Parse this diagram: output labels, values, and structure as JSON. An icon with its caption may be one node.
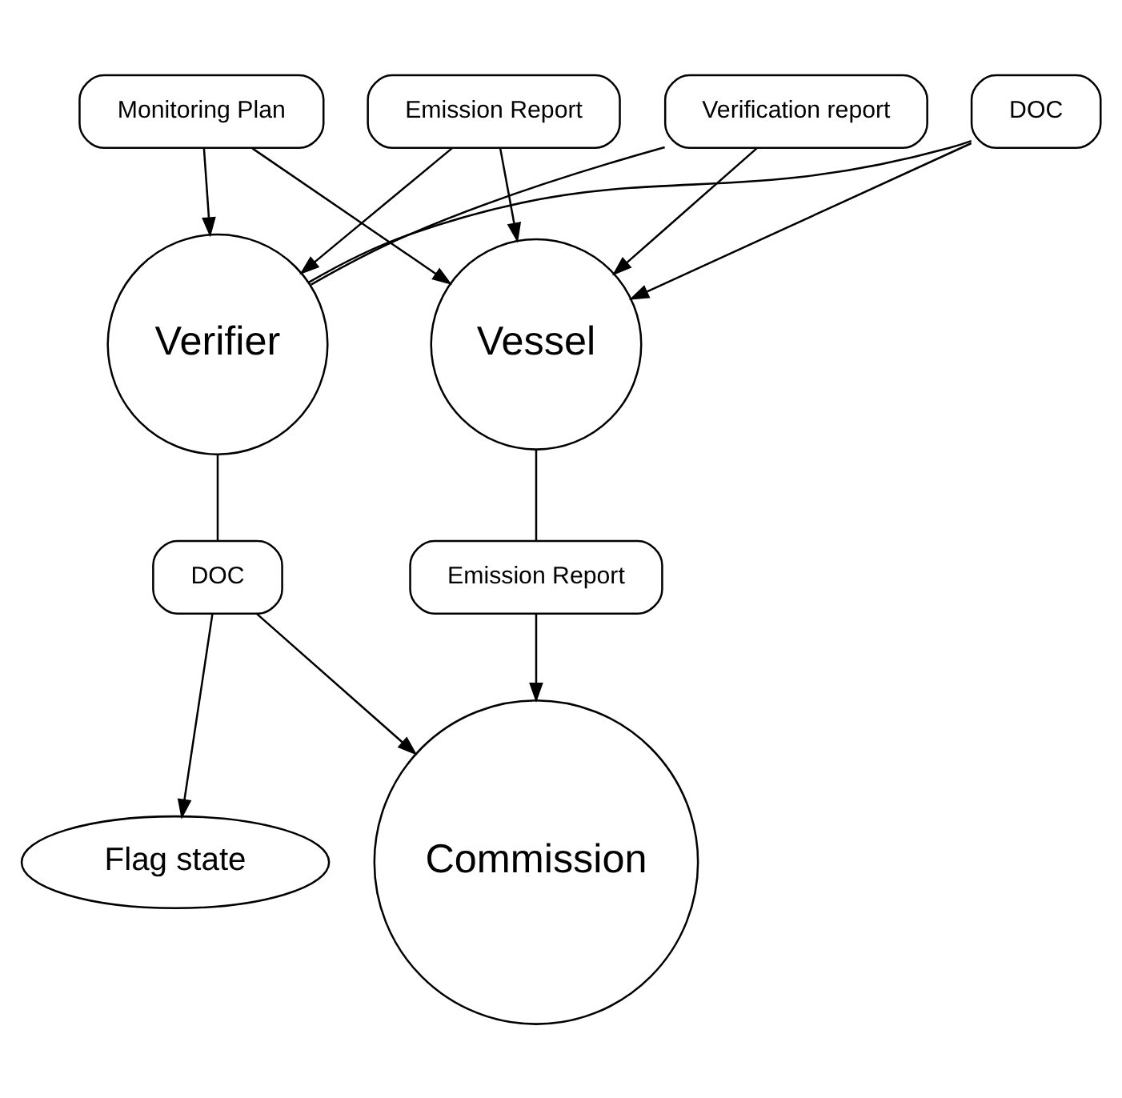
{
  "diagram": {
    "nodes": [
      {
        "text": [
          "Verification report"
        ]
      },
      {
        "text": [
          "Monitoring Plan"
        ]
      },
      {
        "text": [
          "DOC"
        ]
      },
      {
        "text": [
          "Emission Report"
        ]
      },
      {
        "text": [
          "Vessel"
        ]
      },
      {
        "text": [
          "Verifier"
        ]
      },
      {
        "text": [
          "DOC"
        ]
      },
      {
        "text": [
          "Emission Report"
        ]
      },
      {
        "text": [
          "Commission"
        ]
      },
      {
        "text": [
          "Flag state"
        ]
      }
    ],
    "edges": [
      {
        "from": 5,
        "to": 0,
        "arrow": "none"
      },
      {
        "from": 0,
        "to": 4,
        "arrow": "to"
      },
      {
        "from": 1,
        "to": 4,
        "arrow": "to"
      },
      {
        "from": 1,
        "to": 5,
        "arrow": "to"
      },
      {
        "from": 5,
        "to": 2,
        "arrow": "none"
      },
      {
        "from": 2,
        "to": 4,
        "arrow": "to"
      },
      {
        "from": 3,
        "to": 4,
        "arrow": "to"
      },
      {
        "from": 3,
        "to": 5,
        "arrow": "to"
      },
      {
        "from": 4,
        "to": 7,
        "arrow": "none"
      },
      {
        "from": 7,
        "to": 8,
        "arrow": "to"
      },
      {
        "from": 5,
        "to": 6,
        "arrow": "none"
      },
      {
        "from": 6,
        "to": 8,
        "arrow": "to"
      },
      {
        "from": 6,
        "to": 9,
        "arrow": "to"
      }
    ]
  }
}
